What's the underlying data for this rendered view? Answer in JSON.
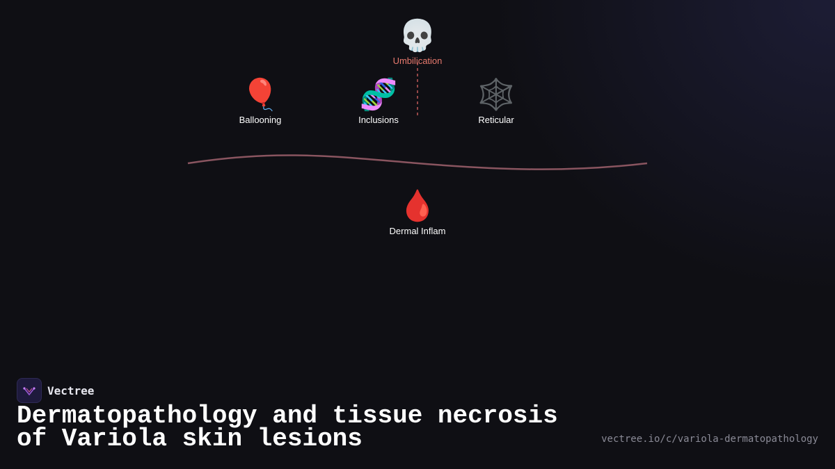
{
  "diagram": {
    "top_node": {
      "label": "Umbilication",
      "emoji": "💀",
      "icon": "skull-icon"
    },
    "middle_nodes": [
      {
        "label": "Ballooning",
        "emoji": "🎈",
        "icon": "balloon-icon"
      },
      {
        "label": "Inclusions",
        "emoji": "🧬",
        "icon": "dna-icon"
      },
      {
        "label": "Reticular",
        "emoji": "🕸️",
        "icon": "spider-web-icon"
      }
    ],
    "bottom_node": {
      "label": "Dermal Inflam",
      "emoji": "🩸",
      "icon": "blood-drop-icon"
    },
    "colors": {
      "connector": "#c05a5a",
      "curve": "#8a5560",
      "top_label": "#e87a6e"
    }
  },
  "brand": {
    "name": "Vectree"
  },
  "title": "Dermatopathology and tissue necrosis of Variola skin lesions",
  "url": "vectree.io/c/variola-dermatopathology"
}
